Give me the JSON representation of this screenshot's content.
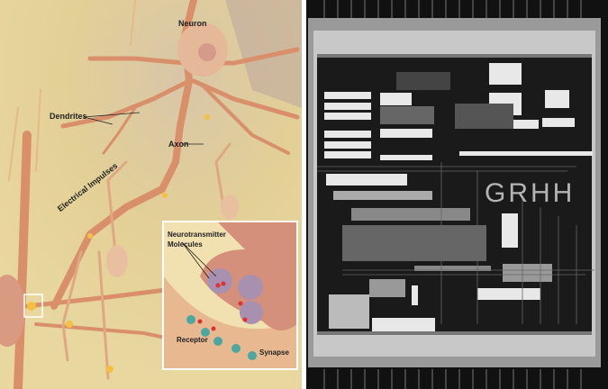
{
  "neuron_diagram": {
    "labels": {
      "neuron": "Neuron",
      "dendrites": "Dendrites",
      "axon": "Axon",
      "electrical_impulses": "Electrical Impulses"
    },
    "inset": {
      "neurotransmitter_line1": "Neurotransmitter",
      "neurotransmitter_line2": "Molecules",
      "receptor": "Receptor",
      "synapse": "Synapse"
    }
  },
  "chip_die": {
    "die_text": "GRHH"
  }
}
